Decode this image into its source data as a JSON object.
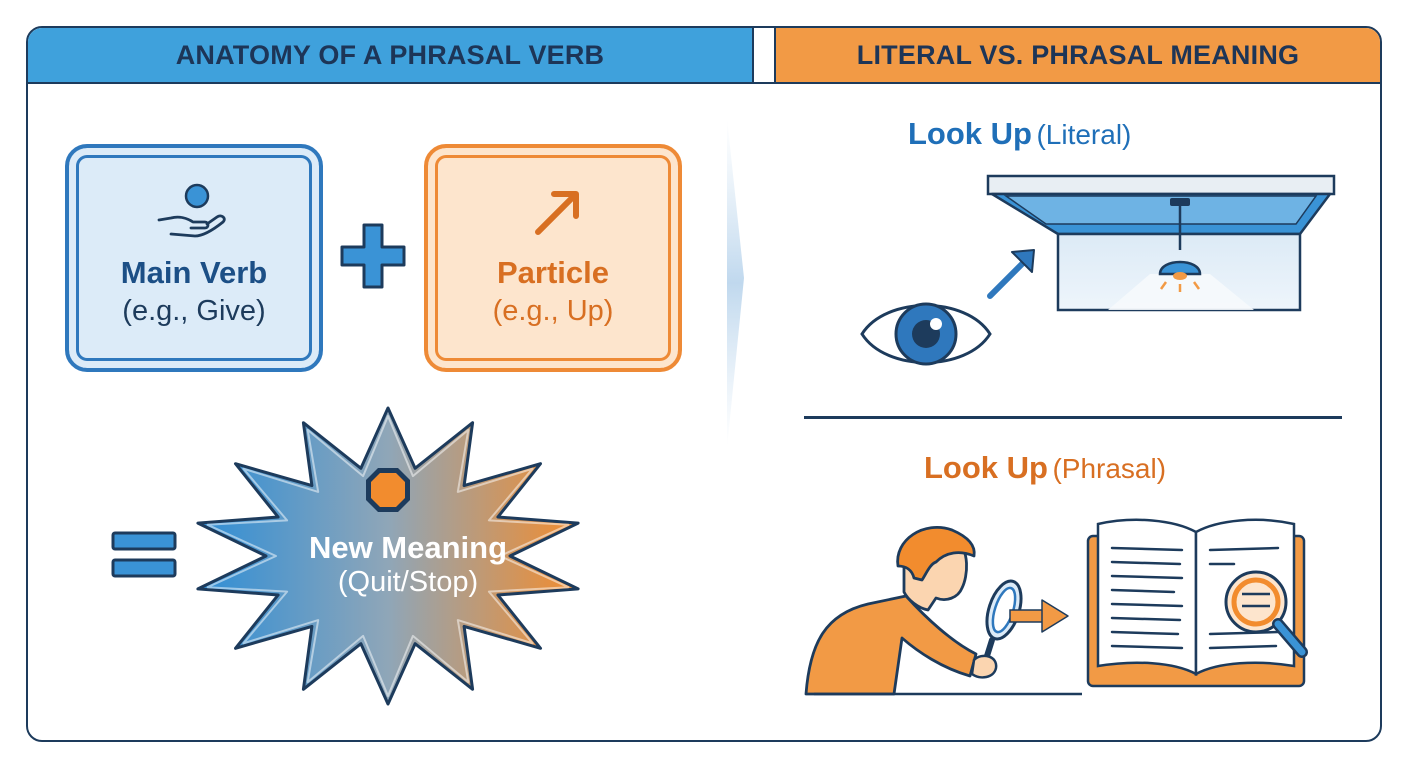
{
  "headers": {
    "left": "ANATOMY OF A PHRASAL VERB",
    "right": "LITERAL VS. PHRASAL MEANING"
  },
  "anatomy": {
    "main_verb": {
      "title": "Main Verb",
      "example": "(e.g., Give)"
    },
    "particle": {
      "title": "Particle",
      "example": "(e.g., Up)"
    },
    "result": {
      "title": "New Meaning",
      "example": "(Quit/Stop)"
    }
  },
  "meanings": {
    "literal": {
      "phrase": "Look Up",
      "qualifier": "(Literal)"
    },
    "phrasal": {
      "phrase": "Look Up",
      "qualifier": "(Phrasal)"
    }
  },
  "colors": {
    "blue": "#2f78bd",
    "orange": "#ee8a36",
    "navy": "#1d3b5c"
  },
  "icons": [
    "hand-person-icon",
    "up-right-arrow-icon",
    "plus-icon",
    "equals-icon",
    "stop-octagon-icon",
    "eye-icon",
    "ceiling-lamp-icon",
    "magnifier-person-icon",
    "open-book-icon"
  ]
}
